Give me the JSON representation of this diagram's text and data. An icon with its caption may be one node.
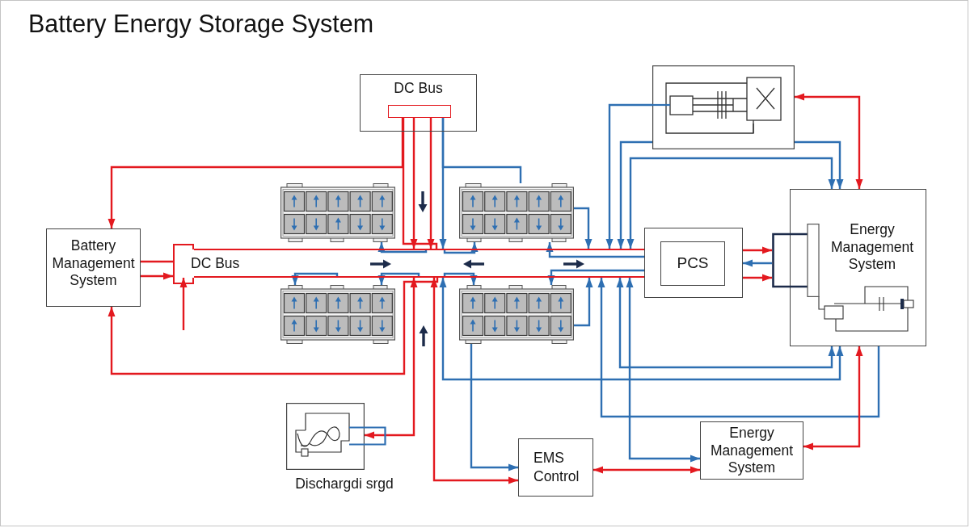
{
  "diagram": {
    "title": "Battery Energy Storage System",
    "nodes": [
      {
        "text": [
          "DC Bus"
        ]
      },
      {
        "text": [],
        "shape": "bar",
        "in": 0
      },
      {
        "text": [
          "Battery Management System"
        ]
      },
      {
        "text": [
          "DC Bus"
        ]
      },
      {
        "text": [],
        "shape": "picture"
      },
      {
        "text": [],
        "shape": "picture"
      },
      {
        "text": [],
        "shape": "picture"
      },
      {
        "text": [],
        "shape": "picture"
      },
      {
        "text": [],
        "shape": "picture"
      },
      {
        "text": [
          "PCS"
        ]
      },
      {
        "text": [
          "Energy Management System"
        ]
      },
      {
        "text": [],
        "shape": "bar"
      },
      {
        "text": [],
        "shape": "picture",
        "beside": [
          "Dischargdi srgd"
        ]
      },
      {
        "text": [
          "EMS Control"
        ]
      },
      {
        "text": [
          "Energy Management System"
        ]
      }
    ],
    "edges": [
      {
        "from": 1,
        "to": 2,
        "arrow": "to",
        "color": "#e3191f"
      },
      {
        "from": 1,
        "to": 3,
        "arrow": "none",
        "color": "#e3191f"
      },
      {
        "from": 1,
        "to": 3,
        "arrow": "to",
        "color": "#e3191f"
      },
      {
        "from": 1,
        "to": 3,
        "arrow": "to",
        "color": "#e3191f"
      },
      {
        "from": 1,
        "to": 3,
        "arrow": "to"
      },
      {
        "from": 1,
        "to": 5,
        "arrow": "none"
      },
      {
        "from": 2,
        "to": 3,
        "arrow": "none",
        "color": "#e3191f"
      },
      {
        "from": 2,
        "to": 3,
        "arrow": "to",
        "color": "#e3191f"
      },
      {
        "from": null,
        "to": 3,
        "arrow": "to",
        "color": "#e3191f"
      },
      {
        "from": 3,
        "to": 2,
        "arrow": "to",
        "color": "#e3191f"
      },
      {
        "from": 3,
        "to": 4,
        "arrow": "to"
      },
      {
        "from": 3,
        "to": 5,
        "arrow": "to"
      },
      {
        "from": 3,
        "to": 5,
        "arrow": "to"
      },
      {
        "from": 5,
        "to": 3,
        "arrow": "to"
      },
      {
        "from": 3,
        "to": 6,
        "arrow": "to"
      },
      {
        "from": 3,
        "to": 6,
        "arrow": "to"
      },
      {
        "from": 3,
        "to": 7,
        "arrow": "to"
      },
      {
        "from": 3,
        "to": 7,
        "arrow": "to"
      },
      {
        "from": 7,
        "to": 3,
        "arrow": "to"
      },
      {
        "from": 7,
        "to": 13,
        "arrow": "to"
      },
      {
        "from": 8,
        "to": 3,
        "arrow": "to"
      },
      {
        "from": 8,
        "to": 3,
        "arrow": "to"
      },
      {
        "from": 3,
        "to": 10,
        "arrow": "both"
      },
      {
        "from": 8,
        "to": 10,
        "arrow": "to"
      },
      {
        "from": 8,
        "to": 10,
        "arrow": "both",
        "color": "#e3191f"
      },
      {
        "from": 9,
        "to": 11,
        "arrow": "to",
        "color": "#e3191f"
      },
      {
        "from": 9,
        "to": 11,
        "arrow": "to",
        "color": "#e3191f"
      },
      {
        "from": 11,
        "to": 9,
        "arrow": "to"
      },
      {
        "from": 3,
        "to": 10,
        "arrow": "both"
      },
      {
        "from": 10,
        "to": 3,
        "arrow": "to"
      },
      {
        "from": 3,
        "to": 10,
        "arrow": "both"
      },
      {
        "from": 3,
        "to": 14,
        "arrow": "both"
      },
      {
        "from": 10,
        "to": 14,
        "arrow": "both",
        "color": "#e3191f"
      },
      {
        "from": 13,
        "to": 14,
        "arrow": "both",
        "color": "#e3191f"
      },
      {
        "from": 3,
        "to": 13,
        "arrow": "both",
        "color": "#e3191f"
      },
      {
        "from": 3,
        "to": 12,
        "arrow": "both",
        "color": "#e3191f"
      }
    ]
  }
}
